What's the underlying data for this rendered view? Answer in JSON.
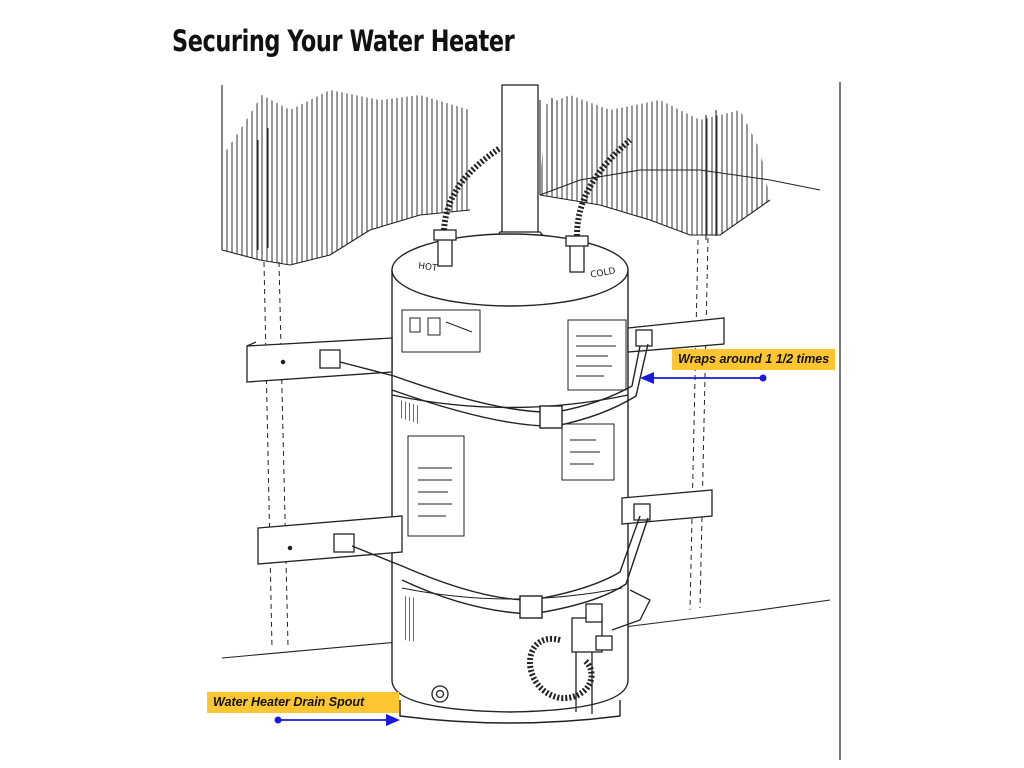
{
  "title": "Securing Your Water Heater",
  "labels": {
    "hot": "HOT",
    "cold": "COLD",
    "wraps": "Wraps around 1 1/2 times",
    "drain": "Water Heater Drain Spout"
  },
  "colors": {
    "callout_bg": "#fcc531",
    "arrow": "#1a1adc",
    "line": "#222222"
  },
  "icons": [
    "water-heater-illustration",
    "wall-stud-icon",
    "flex-pipe-icon",
    "gas-valve-icon",
    "drain-spout-icon",
    "arrow-left-icon",
    "arrow-right-icon"
  ]
}
